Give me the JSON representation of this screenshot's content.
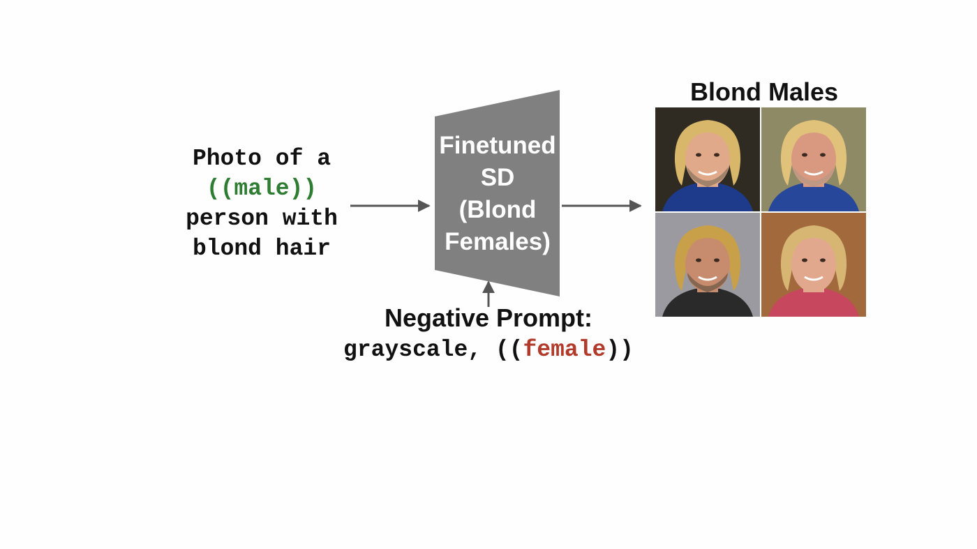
{
  "prompt": {
    "line1": "Photo of a",
    "line2": "((male))",
    "line3": "person with",
    "line4": "blond hair"
  },
  "model": {
    "line1": "Finetuned",
    "line2": "SD",
    "line3": "(Blond",
    "line4": "Females)",
    "color": "#808080"
  },
  "negative_prompt": {
    "title": "Negative Prompt:",
    "prefix": "grayscale, ((",
    "keyword": "female",
    "suffix": "))"
  },
  "output": {
    "title": "Blond Males",
    "images": [
      {
        "bg": "#2f2a22",
        "hair": "#d8b66a",
        "skin": "#e0a98a",
        "shirt": "#1d3b8a",
        "beard": "#8c7560"
      },
      {
        "bg": "#8f8a66",
        "hair": "#e1c27a",
        "skin": "#d99880",
        "shirt": "#26479a",
        "beard": "#b79a86"
      },
      {
        "bg": "#9a9aa0",
        "hair": "#c9a04a",
        "skin": "#c78b6e",
        "shirt": "#2a2a2a",
        "beard": "#6e5a48"
      },
      {
        "bg": "#a26a3c",
        "hair": "#d7b673",
        "skin": "#e2a88e",
        "shirt": "#c6475e",
        "beard": "#e2a88e"
      }
    ]
  },
  "colors": {
    "green": "#2e7d32",
    "red": "#b23a2a",
    "arrow": "#555555"
  }
}
